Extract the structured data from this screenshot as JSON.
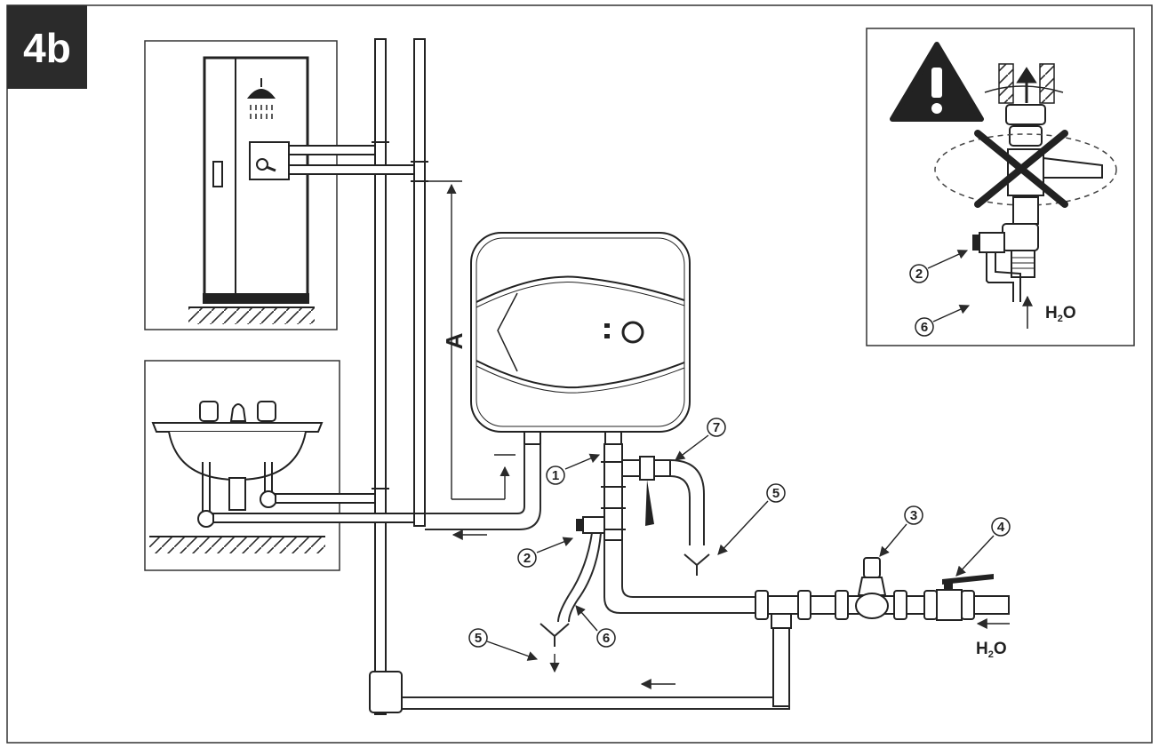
{
  "figure_tag": "4b",
  "dimension_label": "A",
  "callouts": {
    "c1": "1",
    "c2": "2",
    "c3": "3",
    "c4": "4",
    "c5": "5",
    "c6": "6",
    "c7": "7"
  },
  "water": {
    "main": "H",
    "sub": "2",
    "tail": "O"
  }
}
